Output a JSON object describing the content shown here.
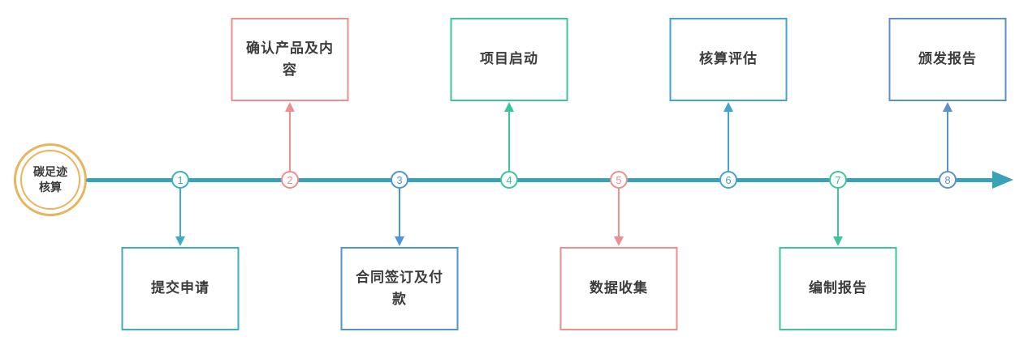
{
  "diagram": {
    "hub": {
      "label": "碳足迹核算",
      "color": "#e9b45e"
    },
    "timeline": {
      "color": "#38a2b8"
    },
    "text_color": "#3b3b3b",
    "steps": [
      {
        "num": "1",
        "label": "提交申请",
        "position": "below",
        "color": "#3eadc2"
      },
      {
        "num": "2",
        "label": "确认产品及内容",
        "position": "above",
        "color": "#ee8e8e"
      },
      {
        "num": "3",
        "label": "合同签订及付款",
        "position": "below",
        "color": "#4f94d8"
      },
      {
        "num": "4",
        "label": "项目启动",
        "position": "above",
        "color": "#3cc49a"
      },
      {
        "num": "5",
        "label": "数据收集",
        "position": "below",
        "color": "#ee8e8e"
      },
      {
        "num": "6",
        "label": "核算评估",
        "position": "above",
        "color": "#44a4d1"
      },
      {
        "num": "7",
        "label": "编制报告",
        "position": "below",
        "color": "#3cc49a"
      },
      {
        "num": "8",
        "label": "颁发报告",
        "position": "above",
        "color": "#5b90d0"
      }
    ]
  }
}
